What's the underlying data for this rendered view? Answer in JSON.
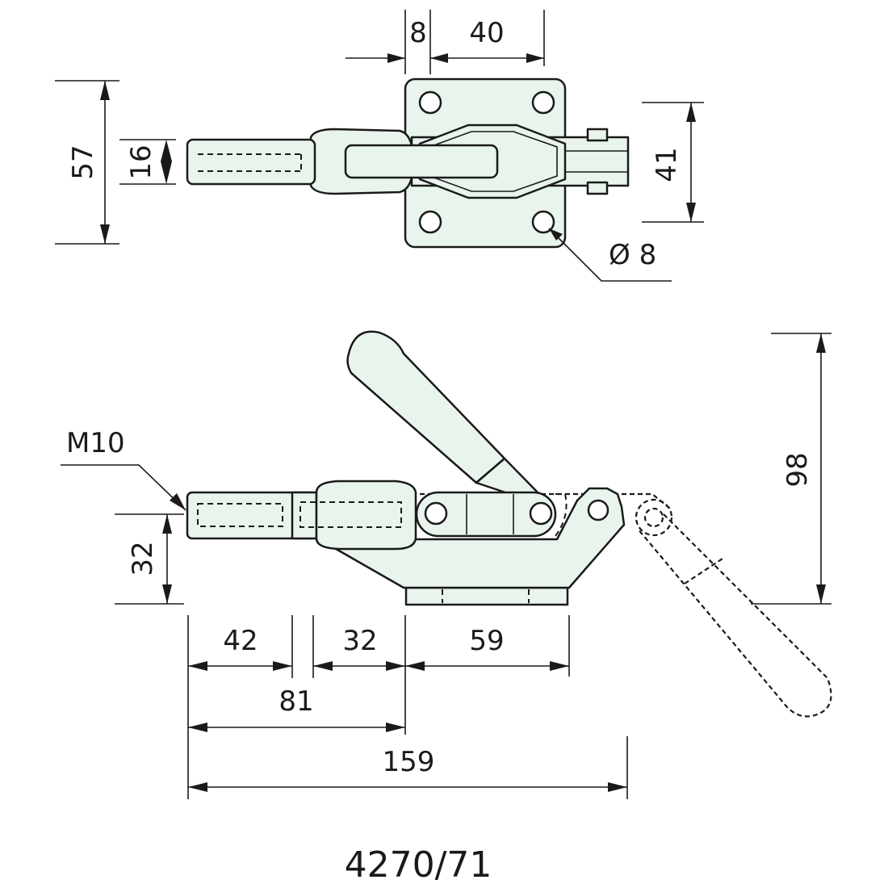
{
  "colors": {
    "part_fill": "#e8f4ec",
    "line": "#1a1a1a",
    "background": "#ffffff"
  },
  "top_view": {
    "dims": {
      "d8": "8",
      "d40": "40",
      "d57": "57",
      "d16": "16",
      "d41": "41",
      "hole": "Ø 8"
    }
  },
  "side_view": {
    "thread": "M10",
    "dims": {
      "d32v": "32",
      "d98": "98",
      "d42": "42",
      "d32h": "32",
      "d59": "59",
      "d81": "81",
      "d159": "159"
    }
  },
  "model": "4270/71"
}
